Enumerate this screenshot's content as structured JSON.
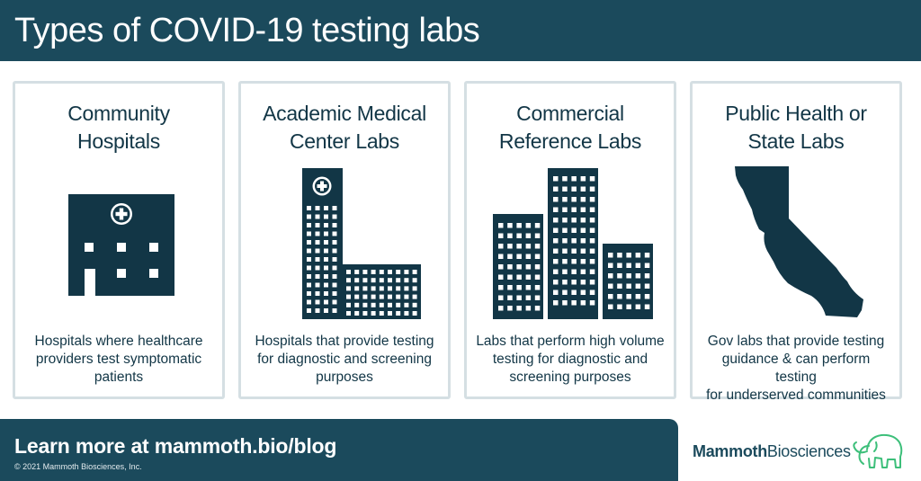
{
  "header": {
    "title": "Types of COVID-19 testing labs"
  },
  "cards": [
    {
      "title_line1": "Community",
      "title_line2": "Hospitals",
      "icon": "hospital-building-icon",
      "desc_line1": "Hospitals where healthcare",
      "desc_line2": "providers test symptomatic",
      "desc_line3": "patients"
    },
    {
      "title_line1": "Academic Medical",
      "title_line2": "Center Labs",
      "icon": "medical-center-building-icon",
      "desc_line1": "Hospitals that provide testing",
      "desc_line2": "for diagnostic and screening",
      "desc_line3": "purposes"
    },
    {
      "title_line1": "Commercial",
      "title_line2": "Reference Labs",
      "icon": "office-towers-icon",
      "desc_line1": "Labs that perform high volume",
      "desc_line2": "testing for diagnostic and",
      "desc_line3": "screening purposes"
    },
    {
      "title_line1": "Public Health or",
      "title_line2": "State Labs",
      "icon": "california-state-map-icon",
      "desc_line1": "Gov labs that provide testing",
      "desc_line2": "guidance & can perform testing",
      "desc_line3": "for underserved communities"
    }
  ],
  "footer": {
    "learn_more": "Learn more at  mammoth.bio/blog",
    "copyright": "© 2021 Mammoth Biosciences, Inc."
  },
  "brand": {
    "part1": "Mammoth",
    "part2": "Biosciences",
    "logo_icon": "mammoth-icon"
  },
  "colors": {
    "primary": "#1b4a5c",
    "icon_dark": "#123646",
    "card_border": "#d5dfe3",
    "brand_green": "#3dbf7a"
  }
}
